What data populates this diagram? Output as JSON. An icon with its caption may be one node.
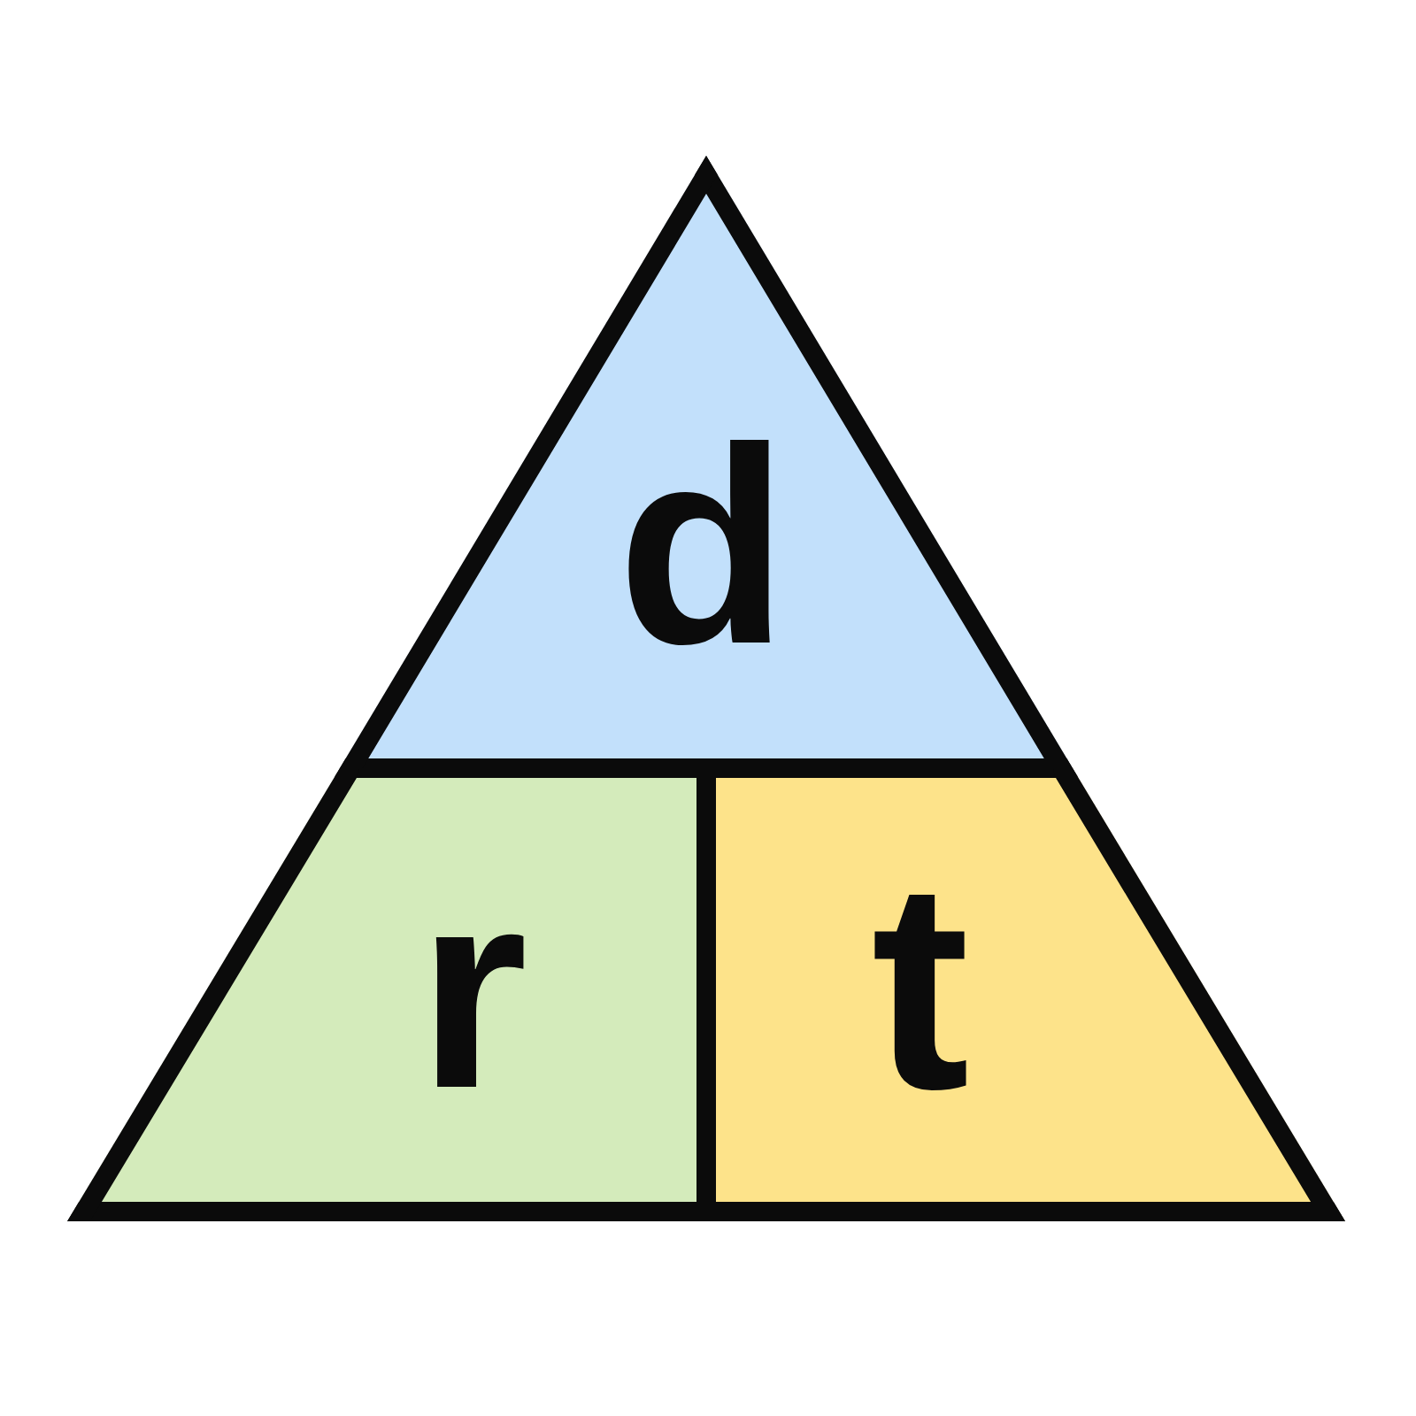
{
  "diagram": {
    "nodes": [
      {
        "text": [
          "d"
        ]
      },
      {
        "text": [
          "r"
        ]
      },
      {
        "text": [
          "t"
        ]
      }
    ]
  }
}
